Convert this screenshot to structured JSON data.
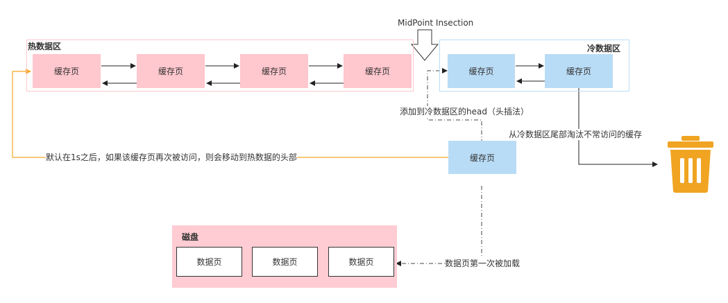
{
  "midpoint_label": "MidPoint Insection",
  "hot_region": {
    "title": "热数据区",
    "pages": [
      "缓存页",
      "缓存页",
      "缓存页",
      "缓存页"
    ]
  },
  "cold_region": {
    "title": "冷数据区",
    "pages": [
      "缓存页",
      "缓存页"
    ]
  },
  "loaded_page": "缓存页",
  "disk": {
    "title": "磁盘",
    "pages": [
      "数据页",
      "数据页",
      "数据页"
    ]
  },
  "annotations": {
    "add_to_cold_head": "添加到冷数据区的head（头插法）",
    "evict_from_cold_tail": "从冷数据区尾部淘汰不常访问的缓存",
    "move_to_hot_head": "默认在1s之后，如果该缓存页再次被访问，则会移动到热数据的头部",
    "first_load": "数据页第一次被加载"
  },
  "icon": "trash-bin-icon",
  "colors": {
    "hot": "#ffc7ce",
    "cold": "#b9dcf6",
    "disk": "#ffccd3",
    "orange": "#f5a623",
    "trash": "#f0a422"
  }
}
